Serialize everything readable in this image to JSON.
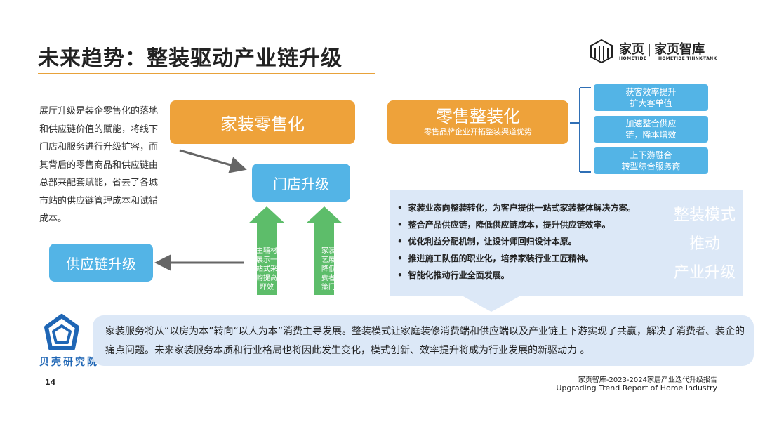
{
  "header": {
    "title": "未来趋势：整装驱动产业链升级",
    "logo": {
      "brand_cn": "家页",
      "brand_cn_full": "家页智库",
      "brand_en": "HOMETIDE",
      "brand_en_full": "HOMETIDE THINK-TANK"
    }
  },
  "intro_text": "展厅升级是装企零售化的落地和供应链价值的赋能，将线下门店和服务进行升级扩容，而其背后的零售商品和供应链由总部来配套赋能，省去了各城市站的供应链管理成本和试错成本。",
  "nodes": {
    "retail": "家装零售化",
    "retail_reverse": "零售整装化",
    "retail_reverse_sub": "零售品牌企业开拓整装渠道优势",
    "store_upgrade": "门店升级",
    "supply_upgrade": "供应链升级"
  },
  "up_arrows": [
    {
      "label": "主辅材展示一站式采购提高坪效"
    },
    {
      "label": "家装工艺展示降低消费者决策门槛"
    }
  ],
  "right_items": [
    {
      "line1": "获客效率提升",
      "line2": "扩大客单值"
    },
    {
      "line1": "加速整合供应",
      "line2": "链，降本增效"
    },
    {
      "line1": "上下游融合",
      "line2": "转型综合服务商"
    }
  ],
  "panel": {
    "bullets": [
      "家装业态向整装转化，为客户提供一站式家装整体解决方案。",
      "整合产品供应链，降低供应链成本，提升供应链效率。",
      "优化利益分配机制，让设计师回归设计本原。",
      "推进施工队伍的职业化，培养家装行业工匠精神。",
      "智能化推动行业全面发展。"
    ],
    "side_lines": [
      "整装模式",
      "推动",
      "产业升级"
    ]
  },
  "summary": "家装服务将从“以房为本”转向“以人为本”消费主导发展。整装模式让家庭装修消费端和供应端以及产业链上下游实现了共赢，解决了消费者、装企的痛点问题。未来家装服务本质和行业格局也将因此发生变化，模式创新、效率提升将成为行业发展的新驱动力 。",
  "footer": {
    "brand": "贝壳研究院",
    "page": "14",
    "report_cn": "家页智库-2023-2024家居产业迭代升级报告",
    "report_en": "Upgrading Trend Report of Home Industry"
  },
  "colors": {
    "orange": "#eea23a",
    "blue": "#53b4e6",
    "green": "#5dbd6a",
    "panel": "#dce8f7",
    "brand_blue": "#1f66b5"
  }
}
